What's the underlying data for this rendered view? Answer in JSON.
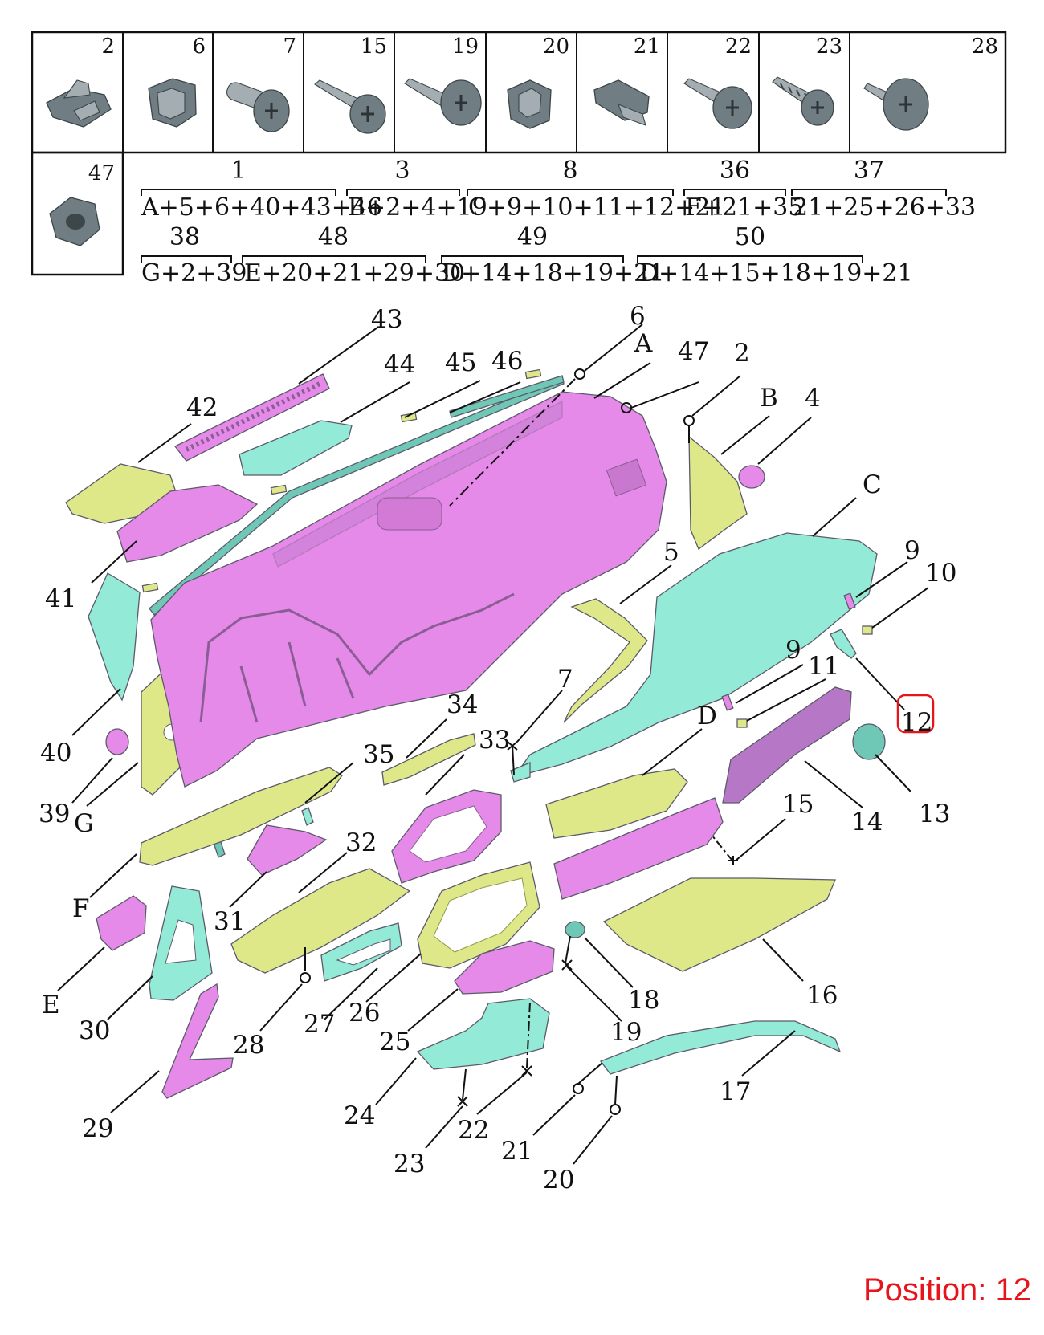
{
  "fastener_table": {
    "row1": [
      "2",
      "6",
      "7",
      "15",
      "19",
      "20",
      "21",
      "22",
      "23",
      "28"
    ],
    "row2_cell": "47"
  },
  "assemblies": [
    {
      "num": "1",
      "formula": "A+5+6+40+43+46"
    },
    {
      "num": "3",
      "formula": "B+2+4+19"
    },
    {
      "num": "8",
      "formula": "C+9+10+11+12+21"
    },
    {
      "num": "36",
      "formula": "F+21+35"
    },
    {
      "num": "37",
      "formula": "21+25+26+33"
    },
    {
      "num": "38",
      "formula": "G+2+39"
    },
    {
      "num": "48",
      "formula": "E+20+21+29+30"
    },
    {
      "num": "49",
      "formula": "D+14+18+19+21"
    },
    {
      "num": "50",
      "formula": "D+14+15+18+19+21"
    }
  ],
  "callouts": {
    "c43": "43",
    "c6": "6",
    "cA": "A",
    "c47": "47",
    "c2": "2",
    "c44": "44",
    "c45": "45",
    "c46": "46",
    "cB": "B",
    "c4": "4",
    "c42": "42",
    "cC": "C",
    "c5": "5",
    "c9a": "9",
    "c10": "10",
    "c41": "41",
    "c9b": "9",
    "c11": "11",
    "c12": "12",
    "c40": "40",
    "c34": "34",
    "c7": "7",
    "cD": "D",
    "c33": "33",
    "c35": "35",
    "c39": "39",
    "cG": "G",
    "c14": "14",
    "c13": "13",
    "c15": "15",
    "c32": "32",
    "cF": "F",
    "c31": "31",
    "cE": "E",
    "c18": "18",
    "c16": "16",
    "c30": "30",
    "c28": "28",
    "c27": "27",
    "c26": "26",
    "c19": "19",
    "c25": "25",
    "c17": "17",
    "c29": "29",
    "c24": "24",
    "c22": "22",
    "c21": "21",
    "c23": "23",
    "c20": "20"
  },
  "highlight": {
    "callout": "12",
    "color": "#e8141c"
  },
  "position_label": "Position: 12",
  "colors": {
    "magenta": "#e58ae8",
    "yellow": "#dfe889",
    "teal": "#93ead7",
    "fastener": "#707d83"
  }
}
